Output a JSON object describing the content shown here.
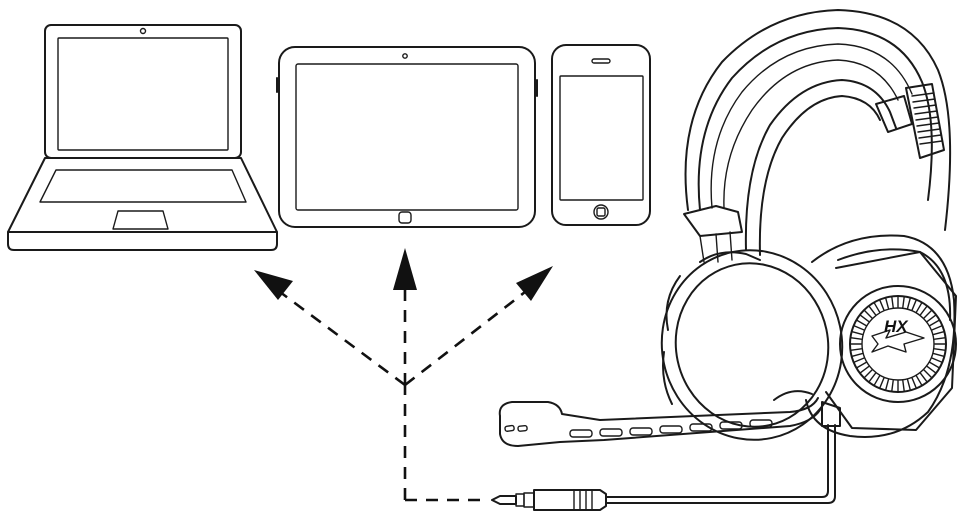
{
  "image": {
    "description_elements": [
      "laptop",
      "tablet",
      "smartphone",
      "gaming-headset",
      "audio-jack"
    ],
    "brand_logo_text": "HX",
    "line_color": "#1a1a1a",
    "background": "#ffffff"
  }
}
